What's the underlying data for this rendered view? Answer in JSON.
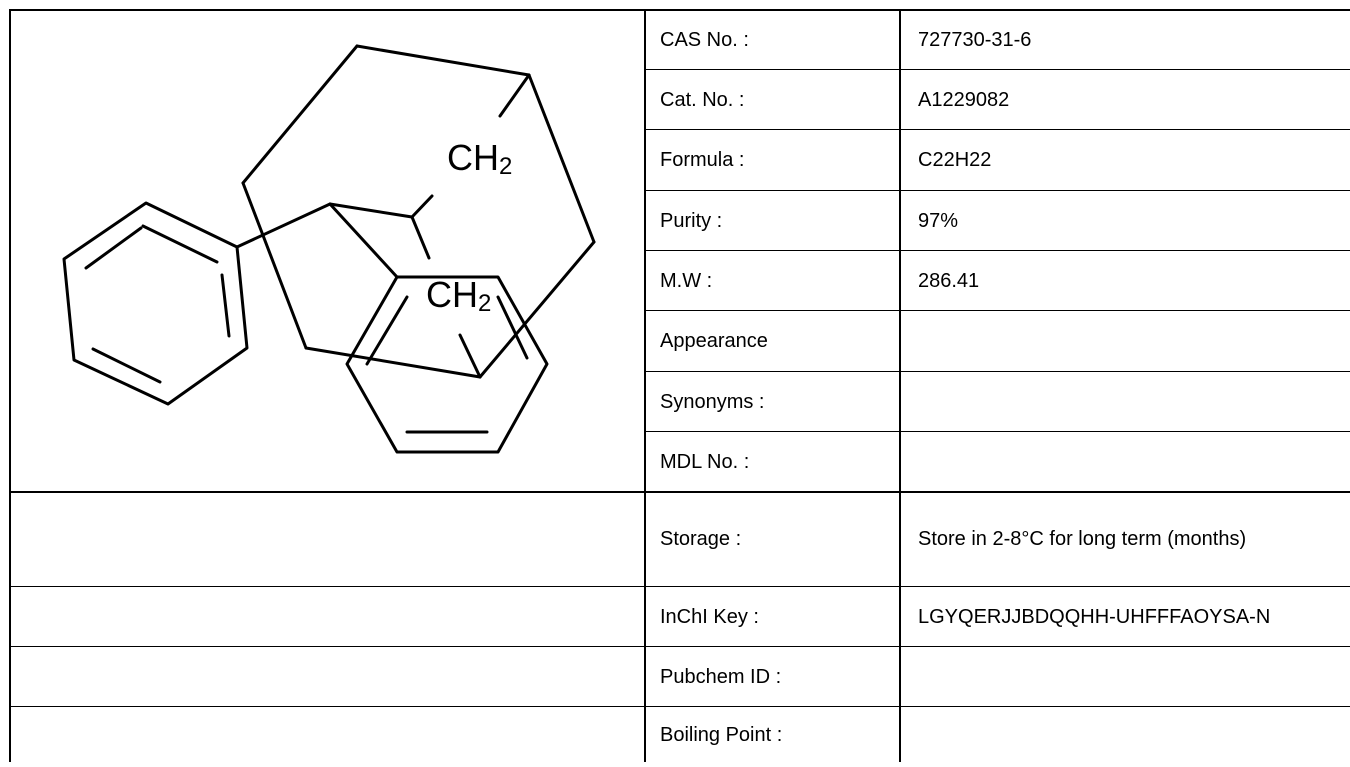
{
  "structure": {
    "atom_labels": [
      "CH",
      "2",
      "CH",
      "2"
    ]
  },
  "properties": [
    {
      "label": "CAS No. :",
      "value": "727730-31-6"
    },
    {
      "label": "Cat. No. :",
      "value": "A1229082"
    },
    {
      "label": "Formula :",
      "value": "C22H22"
    },
    {
      "label": "Purity :",
      "value": "97%"
    },
    {
      "label": "M.W :",
      "value": "286.41"
    },
    {
      "label": "Appearance",
      "value": ""
    },
    {
      "label": "Synonyms :",
      "value": ""
    },
    {
      "label": "MDL No. :",
      "value": ""
    },
    {
      "label": "Storage :",
      "value": "Store in 2-8°C for long term (months)"
    },
    {
      "label": "InChI Key :",
      "value": "LGYQERJJBDQQHH-UHFFFAOYSA-N"
    },
    {
      "label": "Pubchem ID :",
      "value": ""
    },
    {
      "label": "Boiling Point :",
      "value": ""
    }
  ]
}
